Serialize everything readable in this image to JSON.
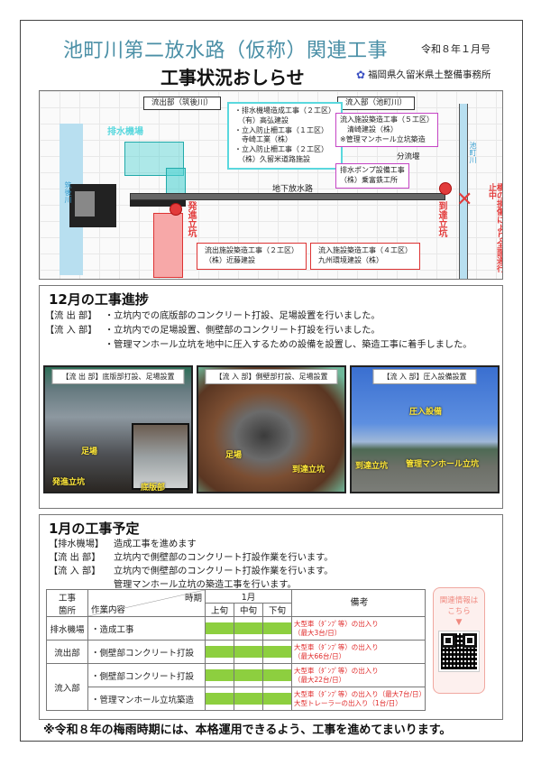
{
  "header": {
    "title": "池町川第二放水路（仮称）関連工事",
    "issue": "令和８年１月号",
    "subtitle": "工事状況おしらせ",
    "office_icon": "flower-icon",
    "office": "福岡県久留米県土整備事務所"
  },
  "map": {
    "outflow_label": "流出部（筑後川）",
    "inflow_label": "流入部（池町川）",
    "pump_station": "排水機場",
    "tunnel": "地下放水路",
    "diversion": "分流堰",
    "river_left": "筑後川",
    "river_right": "池町川",
    "start_shaft": "発進立坑",
    "end_shaft": "到達立坑",
    "bridge_note": "橋の損傷により全面通行止中",
    "cyan_box": [
      "・排水機場造成工事（２工区）",
      "　（有）高弘建設",
      "・立入防止柵工事（１工区）",
      "　寺崎工業（株）",
      "・立入防止柵工事（２工区）",
      "　（株）久留米道路施設"
    ],
    "magenta_box_1": [
      "流入施設築造工事（５工区）",
      "　清崎建設（株）",
      "※管理マンホール立坑築造"
    ],
    "magenta_box_2": [
      "排水ポンプ設備工事",
      "（株）乗富鉄工所"
    ],
    "red_box_1": [
      "流出施設築造工事（２工区）",
      "（株）近藤建設"
    ],
    "red_box_2": [
      "流入施設築造工事（４工区）",
      "九州環境建設（株）"
    ]
  },
  "progress": {
    "title": "12月の工事進捗",
    "lines": [
      {
        "tag": "【流 出 部】",
        "text": "・立坑内での底版部のコンクリート打設、足場設置を行いました。"
      },
      {
        "tag": "【流 入 部】",
        "text": "・立坑内での足場設置、側壁部のコンクリート打設を行いました。"
      },
      {
        "tag": "",
        "text": "・管理マンホール立坑を地中に圧入するための設備を設置し、築造工事に着手しました。"
      }
    ],
    "photos": [
      {
        "caption": "【流 出 部】底版部打設、足場設置",
        "labels": [
          "足場",
          "発進立坑",
          "底版部"
        ]
      },
      {
        "caption": "【流 入 部】側壁部打設、足場設置",
        "labels": [
          "足場",
          "到達立坑"
        ]
      },
      {
        "caption": "【流 入 部】圧入設備設置",
        "labels": [
          "圧入設備",
          "到達立坑",
          "管理マンホール立坑"
        ]
      }
    ]
  },
  "schedule": {
    "title": "1月の工事予定",
    "lines": [
      {
        "tag": "【排水機場】",
        "text": "造成工事を進めます"
      },
      {
        "tag": "【流 出 部】",
        "text": "立坑内で側壁部のコンクリート打設作業を行います。"
      },
      {
        "tag": "【流 入 部】",
        "text": "立坑内で側壁部のコンクリート打設作業を行います。"
      },
      {
        "tag": "",
        "text": "管理マンホール立坑の築造工事を行います。"
      }
    ],
    "table": {
      "h_place": "工事\n箇所",
      "h_place_1": "工事",
      "h_place_2": "箇所",
      "h_period": "時期",
      "h_work": "作業内容",
      "h_month": "1月",
      "h_early": "上旬",
      "h_mid": "中旬",
      "h_late": "下旬",
      "h_note": "備考",
      "rows": [
        {
          "place": "排水機場",
          "work": "・造成工事",
          "note1": "大型車（ﾀﾞﾝﾌﾟ等）の出入り",
          "note2": "（最大3台/日）"
        },
        {
          "place": "流出部",
          "work": "・側壁部コンクリート打設",
          "note1": "大型車（ﾀﾞﾝﾌﾟ等）の出入り",
          "note2": "（最大66台/日）"
        },
        {
          "place": "流入部",
          "work": "・側壁部コンクリート打設",
          "note1": "大型車（ﾀﾞﾝﾌﾟ等）の出入り",
          "note2": "（最大22台/日）"
        },
        {
          "place": "",
          "work": "・管理マンホール立坑築造",
          "note1": "大型車（ﾀﾞﾝﾌﾟ等）の出入り（最大7台/日）",
          "note2": "大型トレーラーの出入り（1台/日）"
        }
      ],
      "bar_color": "#8dcf3f"
    },
    "qr": {
      "label_1": "関連情報は",
      "label_2": "こちら",
      "arrow": "▼"
    }
  },
  "footer": "※令和８年の梅雨時期には、本格運用できるよう、工事を進めてまいります。",
  "colors": {
    "title": "#4a8fa6",
    "accent_red": "#e23b3b",
    "cyan": "#5ad8de",
    "magenta": "#c545c5",
    "schedule_bar": "#8dcf3f",
    "qr_pink": "#f08a80"
  }
}
